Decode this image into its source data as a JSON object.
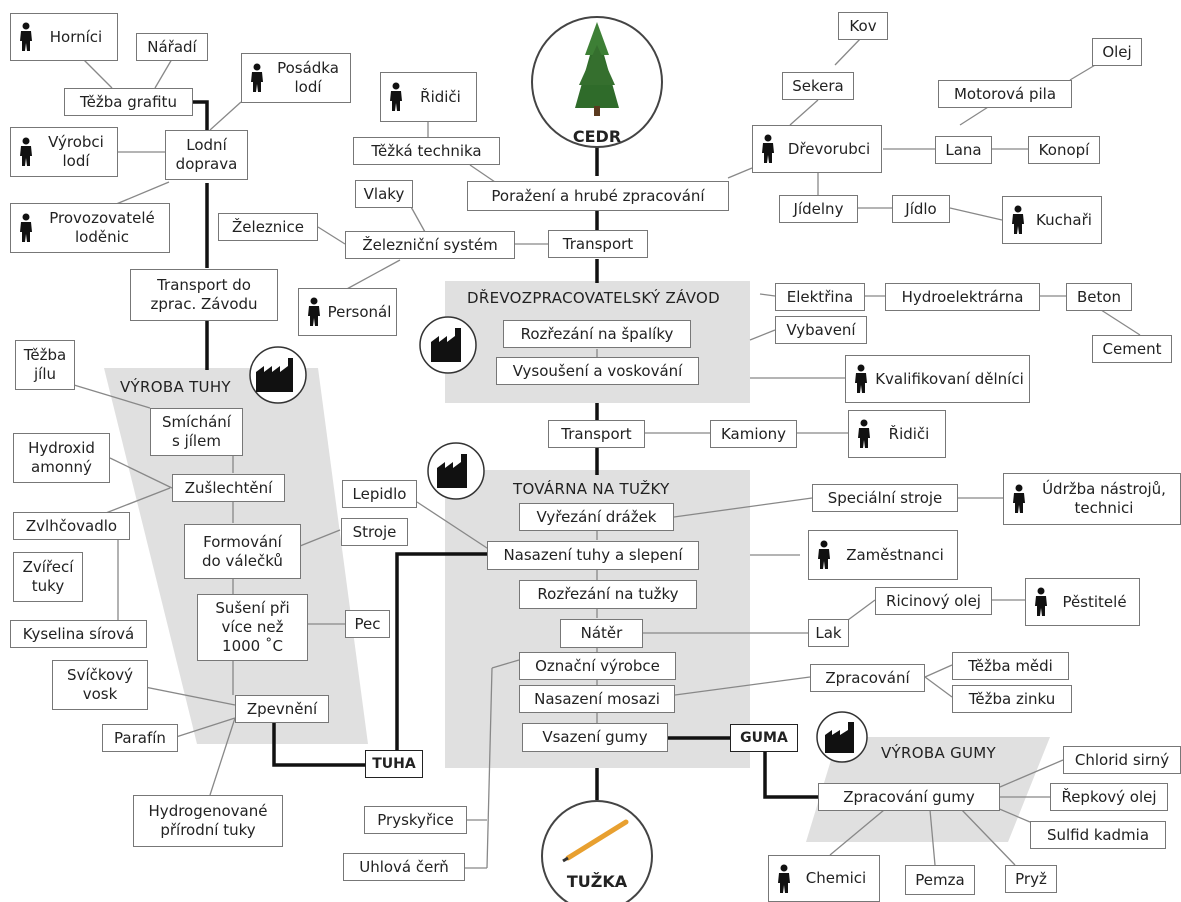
{
  "center": {
    "top_label": "CEDR",
    "bottom_label": "TUŽKA"
  },
  "zones": {
    "sawmill": "DŘEVOZPRACOVATELSKÝ ZÁVOD",
    "lead": "VÝROBA TUHY",
    "pencil_factory": "TOVÁRNA NA TUŽKY",
    "rubber": "VÝROBA GUMY"
  },
  "nodes": {
    "kov": "Kov",
    "olej": "Olej",
    "sekera": "Sekera",
    "motorova_pila": "Motorová pila",
    "ridici_top": "Řidiči",
    "drevorubci": "Dřevorubci",
    "tezka_technika": "Těžká technika",
    "lana": "Lana",
    "konopi": "Konopí",
    "porazeni": "Poražení a hrubé zpracování",
    "jidelny": "Jídelny",
    "jidlo": "Jídlo",
    "kuchari": "Kuchaři",
    "vlaky": "Vlaky",
    "zeleznice": "Železnice",
    "zeleznicni_system": "Železniční systém",
    "transport_top": "Transport",
    "personal": "Personál",
    "hornici": "Horníci",
    "naradi": "Nářadí",
    "posadka": "Posádka\nlodí",
    "tezba_grafitu": "Těžba grafitu",
    "vyrobci_lodi": "Výrobci\nlodí",
    "lodni_doprava": "Lodní\ndoprava",
    "provozovatele": "Provozovatelé\nloděnic",
    "transport_do": "Transport do\nzprac. Závodu",
    "elektrina": "Elektřina",
    "hydroelektrarna": "Hydroelektrárna",
    "beton": "Beton",
    "cement": "Cement",
    "vybaveni": "Vybavení",
    "rozrezani_spaliky": "Rozřezání na špalíky",
    "vysouseni": "Vysoušení a voskování",
    "kvalifikovani": "Kvalifikovaní dělníci",
    "tezba_jilu": "Těžba\njílu",
    "smichani": "Smíchání\ns jílem",
    "hydroxid": "Hydroxid\namonný",
    "zuslechteni": "Zušlechtění",
    "zvlhcovadlo": "Zvlhčovadlo",
    "zvireci_tuky": "Zvířecí\ntuky",
    "kyselina": "Kyselina sírová",
    "formovani": "Formování\ndo válečků",
    "stroje": "Stroje",
    "suseni": "Sušení při\nvíce než\n1000 ˚C",
    "pec": "Pec",
    "svickovy_vosk": "Svíčkový\nvosk",
    "parafin": "Parafín",
    "zpevneni": "Zpevnění",
    "hydrogenovane": "Hydrogenované\npřírodní tuky",
    "tuha": "TUHA",
    "transport_mid": "Transport",
    "kamiony": "Kamiony",
    "ridici_mid": "Řidiči",
    "lepidlo": "Lepidlo",
    "specialni_stroje": "Speciální stroje",
    "udrzba": "Údržba nástrojů,\ntechnici",
    "vyrezani": "Vyřezání drážek",
    "nasazeni_tuhy": "Nasazení tuhy a slepení",
    "zamestnanci": "Zaměstnanci",
    "rozrezani_tuzky": "Rozřezání na tužky",
    "ricinovy": "Ricinový olej",
    "pestitele": "Pěstitelé",
    "nater": "Nátěr",
    "lak": "Lak",
    "oznaceni": "Označní výrobce",
    "zpracovani": "Zpracování",
    "tezba_medi": "Těžba mědi",
    "tezba_zinku": "Těžba zinku",
    "nasazeni_mosazi": "Nasazení mosazi",
    "vsazeni_gumy": "Vsazení gumy",
    "guma": "GUMA",
    "chlorid": "Chlorid sirný",
    "zpracovani_gumy": "Zpracování gumy",
    "repkovy": "Řepkový olej",
    "sulfid": "Sulfid kadmia",
    "pryskyrice": "Pryskyřice",
    "uhlova": "Uhlová čerň",
    "chemici": "Chemici",
    "pemza": "Pemza",
    "pryz": "Pryž"
  },
  "icons": {
    "person": "worker-silhouette-icon",
    "factory": "factory-icon",
    "tree": "cedar-tree-icon",
    "pencil": "pencil-icon"
  },
  "colors": {
    "zone": "#e0e0e0",
    "line": "#888888",
    "main_line": "#111111",
    "pencil": "#e8a030",
    "tree": "#2f6b2a"
  }
}
